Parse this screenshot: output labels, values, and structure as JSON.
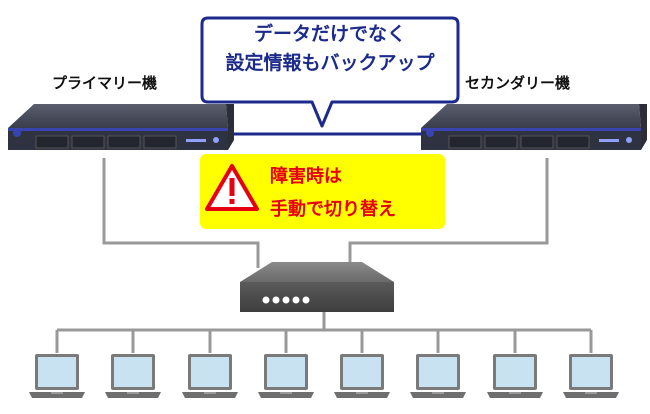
{
  "labels": {
    "primary": "プライマリー機",
    "secondary": "セカンダリー機"
  },
  "callout": {
    "line1": "データだけでなく",
    "line2": "設定情報もバックアップ"
  },
  "warning": {
    "line1": "障害時は",
    "line2": "手動で切り替え"
  },
  "colors": {
    "callout_border": "#1c2a8c",
    "callout_text": "#1c2a8c",
    "warning_bg": "#ffff00",
    "warning_text": "#e60012",
    "connection_line": "#999999",
    "server_body": "#2f3240",
    "server_accent": "#3a44b0",
    "screen": "#c8e2f2"
  },
  "icons": {
    "warning": "warning-triangle-icon",
    "servers": "rack-server-icon",
    "switch": "network-switch-icon",
    "clients": "laptop-icon"
  },
  "clients_count": 8
}
